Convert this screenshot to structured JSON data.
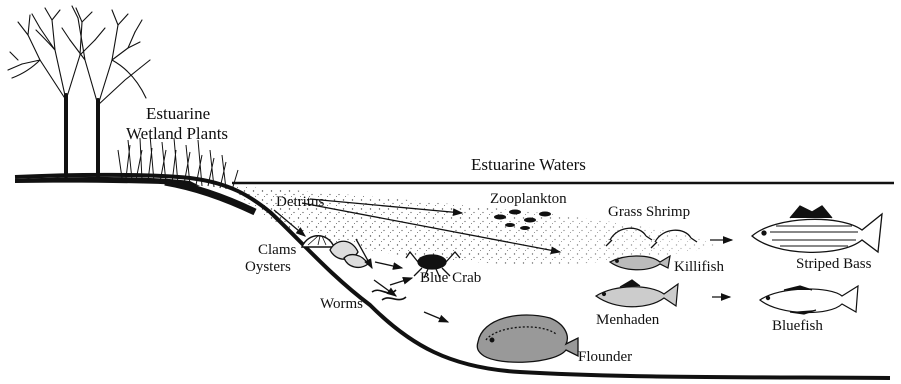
{
  "labels": {
    "wetland_plants_1": "Estuarine",
    "wetland_plants_2": "Wetland Plants",
    "estuarine_waters": "Estuarine Waters",
    "detritus": "Detritus",
    "zooplankton": "Zooplankton",
    "grass_shrimp": "Grass Shrimp",
    "clams": "Clams",
    "oysters": "Oysters",
    "blue_crab": "Blue Crab",
    "killifish": "Killifish",
    "striped_bass": "Striped Bass",
    "worms": "Worms",
    "menhaden": "Menhaden",
    "bluefish": "Bluefish",
    "flounder": "Flounder"
  },
  "icons": [
    "tree-icon",
    "marsh-grass-icon",
    "zooplankton-icon",
    "shrimp-icon",
    "clam-icon",
    "oyster-icon",
    "crab-icon",
    "worm-icon",
    "killifish-icon",
    "menhaden-icon",
    "striped-bass-icon",
    "bluefish-icon",
    "flounder-icon",
    "arrow-icon"
  ],
  "colors": {
    "ink": "#111111",
    "background": "#ffffff"
  }
}
